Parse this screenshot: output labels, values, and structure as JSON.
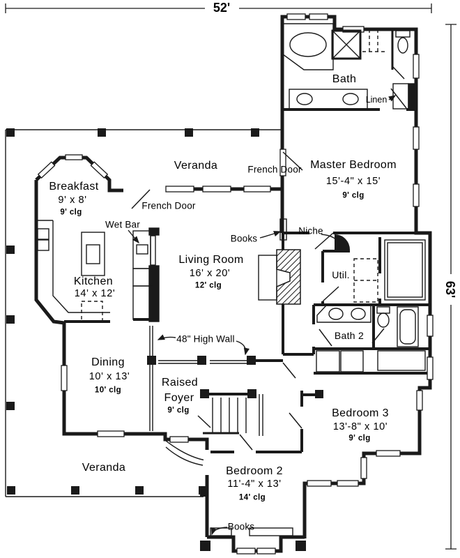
{
  "plan": {
    "overall_width": "52'",
    "overall_depth": "63'"
  },
  "rooms": {
    "bath": {
      "name": "Bath"
    },
    "master_bedroom": {
      "name": "Master Bedroom",
      "dims": "15'-4\" x 15'",
      "ceiling": "9' clg"
    },
    "veranda_top": {
      "name": "Veranda"
    },
    "veranda_bottom": {
      "name": "Veranda"
    },
    "breakfast": {
      "name": "Breakfast",
      "dims": "9' x 8'",
      "ceiling": "9' clg"
    },
    "kitchen": {
      "name": "Kitchen",
      "dims": "14' x 12'"
    },
    "living_room": {
      "name": "Living Room",
      "dims": "16' x 20'",
      "ceiling": "12' clg"
    },
    "dining": {
      "name": "Dining",
      "dims": "10' x 13'",
      "ceiling": "10' clg"
    },
    "raised_foyer": {
      "name_line1": "Raised",
      "name_line2": "Foyer",
      "ceiling": "9' clg"
    },
    "util": {
      "name": "Util."
    },
    "bath2": {
      "name": "Bath 2"
    },
    "bedroom3": {
      "name": "Bedroom 3",
      "dims": "13'-8\" x 10'",
      "ceiling": "9' clg"
    },
    "bedroom2": {
      "name": "Bedroom 2",
      "dims": "11'-4\" x 13'",
      "ceiling": "14' clg"
    }
  },
  "annotations": {
    "linen": "Linen",
    "french_door_master": "French Door",
    "french_door_living": "French Door",
    "wet_bar": "Wet Bar",
    "books_living": "Books",
    "books_bedroom2": "Books",
    "niche": "Niche",
    "high_wall": "48\" High Wall"
  },
  "colors": {
    "line": "#1a1a1a",
    "background": "#ffffff"
  }
}
